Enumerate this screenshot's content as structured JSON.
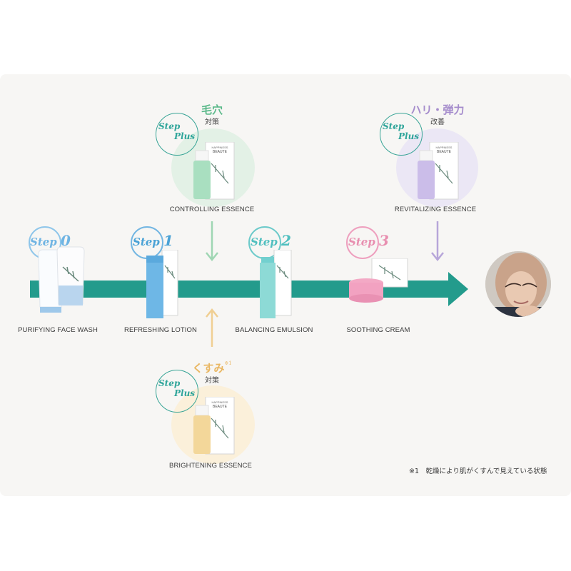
{
  "steps": [
    {
      "id": "step0",
      "step_text": "Step",
      "num": "0",
      "color": "#6fb4e3",
      "product": "PURIFYING FACE WASH"
    },
    {
      "id": "step1",
      "step_text": "Step",
      "num": "1",
      "color": "#4aa2d6",
      "product": "REFRESHING LOTION"
    },
    {
      "id": "step2",
      "step_text": "Step",
      "num": "2",
      "color": "#4fbfbf",
      "product": "BALANCING EMULSION"
    },
    {
      "id": "step3",
      "step_text": "Step",
      "num": "3",
      "color": "#e88fb0",
      "product": "SOOTHING CREAM"
    }
  ],
  "plus_items": [
    {
      "id": "pore",
      "heading": "毛穴",
      "sub": "対策",
      "product": "CONTROLLING ESSENCE",
      "heading_color": "#5bb98a",
      "bg": "#e3f1e6",
      "bottle": "#a9dfc0"
    },
    {
      "id": "firm",
      "heading": "ハリ・弾力",
      "sub": "改善",
      "product": "REVITALIZING ESSENCE",
      "heading_color": "#a58ccc",
      "bg": "#ebe7f5",
      "bottle": "#cbbde9"
    },
    {
      "id": "dull",
      "heading": "くすみ",
      "heading_note": "※1",
      "sub": "対策",
      "product": "BRIGHTENING ESSENCE",
      "heading_color": "#e9b763",
      "bg": "#fbf0da",
      "bottle": "#f3d79a"
    }
  ],
  "step_plus": {
    "step_text": "Step",
    "plus_text": "Plus",
    "color": "#2fa59a"
  },
  "box_brand": {
    "line1": "HAPPINESS",
    "line2": "BEAUTE"
  },
  "footnote": "※1　乾燥により肌がくすんで見えている状態",
  "colors": {
    "timeline": "#239b8c",
    "panel": "#f7f6f4"
  }
}
